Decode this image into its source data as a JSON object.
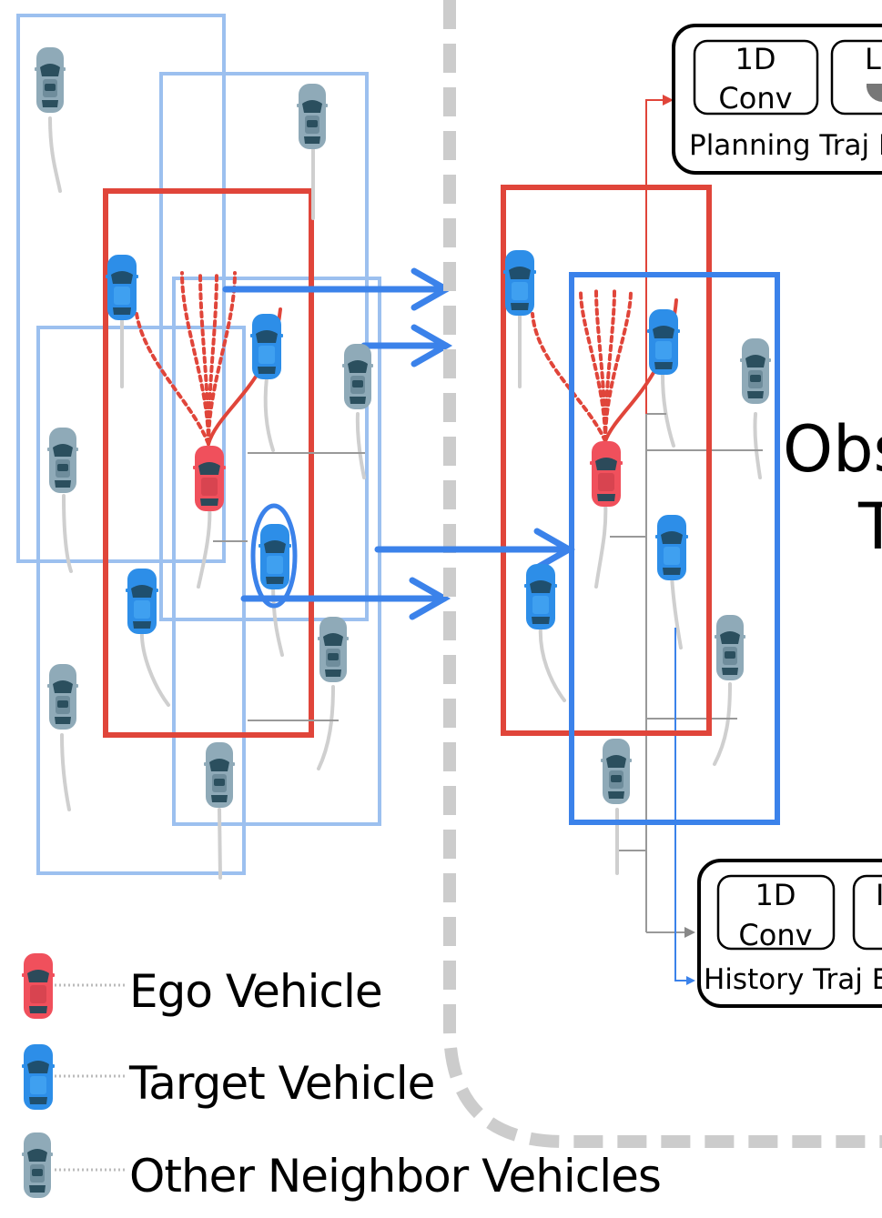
{
  "colors": {
    "ego": "#f0505c",
    "target": "#2d8ee8",
    "other": "#6f8d9c",
    "scene_red": "#e0453a",
    "scene_blue": "#3b82ea",
    "scene_light_blue": "#9cc0ef",
    "divider": "#cccccc",
    "connector": "#888888"
  },
  "planning_encoder": {
    "module_1_line1": "1D",
    "module_1_line2": "Conv",
    "module_2_partial": "L",
    "caption": "Planning Traj En"
  },
  "history_encoder": {
    "module_1_line1": "1D",
    "module_1_line2": "Conv",
    "module_2_partial": "I",
    "caption": "History Traj E"
  },
  "observation_text": {
    "line1": "Obs",
    "line2": "T"
  },
  "legend": {
    "ego": {
      "label": "Ego Vehicle",
      "icon": "ego-car-icon"
    },
    "target": {
      "label": "Target Vehicle",
      "icon": "target-car-icon"
    },
    "other": {
      "label": "Other Neighbor Vehicles",
      "icon": "other-car-icon"
    }
  }
}
